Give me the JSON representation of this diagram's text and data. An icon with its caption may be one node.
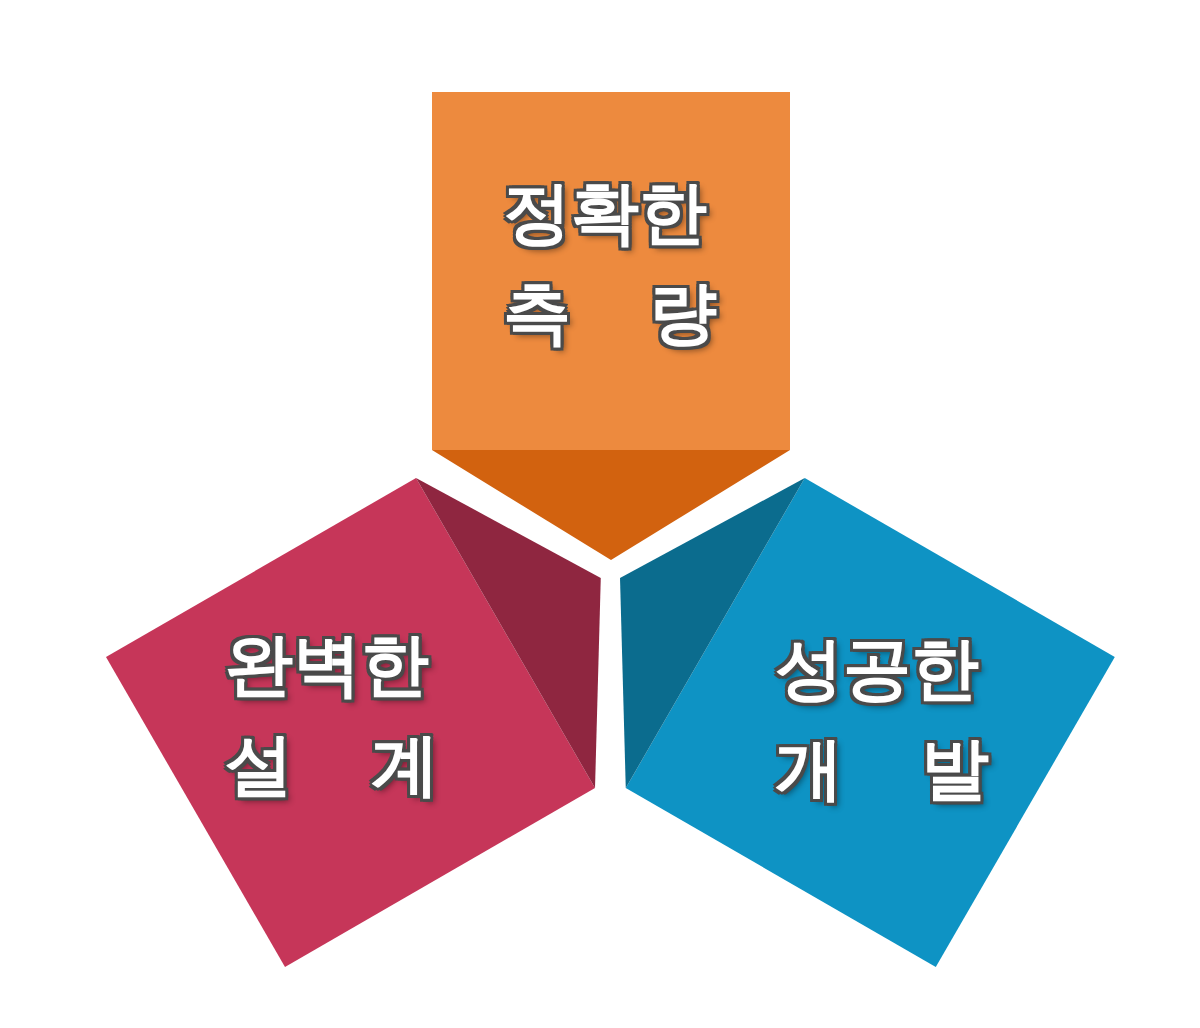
{
  "diagram": {
    "nodes": [
      {
        "text": [
          "정확한 측 량"
        ]
      },
      {
        "text": [
          "완벽한 설 계"
        ]
      },
      {
        "text": [
          "성공한 개 발"
        ]
      }
    ]
  }
}
